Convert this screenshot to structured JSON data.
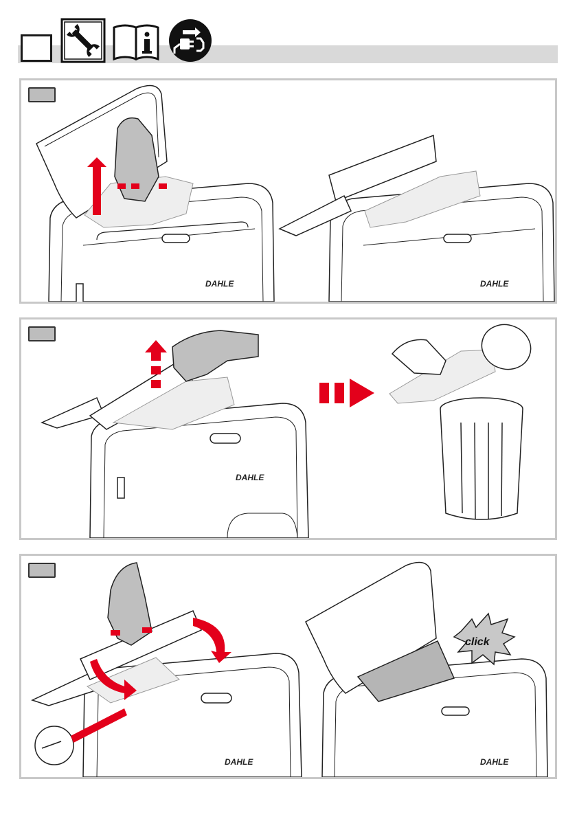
{
  "brand": {
    "name": "DAHLE"
  },
  "header": {
    "icons": [
      "wrench-icon",
      "manual-info-icon",
      "unplug-icon"
    ]
  },
  "panels": [
    {
      "id": "step-1",
      "description_icons": [
        "hand-icon",
        "lift-arrow-icon"
      ]
    },
    {
      "id": "step-2",
      "description_icons": [
        "hand-icon",
        "bin-icon"
      ]
    },
    {
      "id": "step-3",
      "callout": "click",
      "description_icons": [
        "hand-icon",
        "close-arrow-icon"
      ]
    }
  ],
  "colors": {
    "accent": "#e3001b",
    "frame": "#c8c8c8",
    "tab": "#bdbdbd",
    "header_bar": "#d9d9d9"
  }
}
